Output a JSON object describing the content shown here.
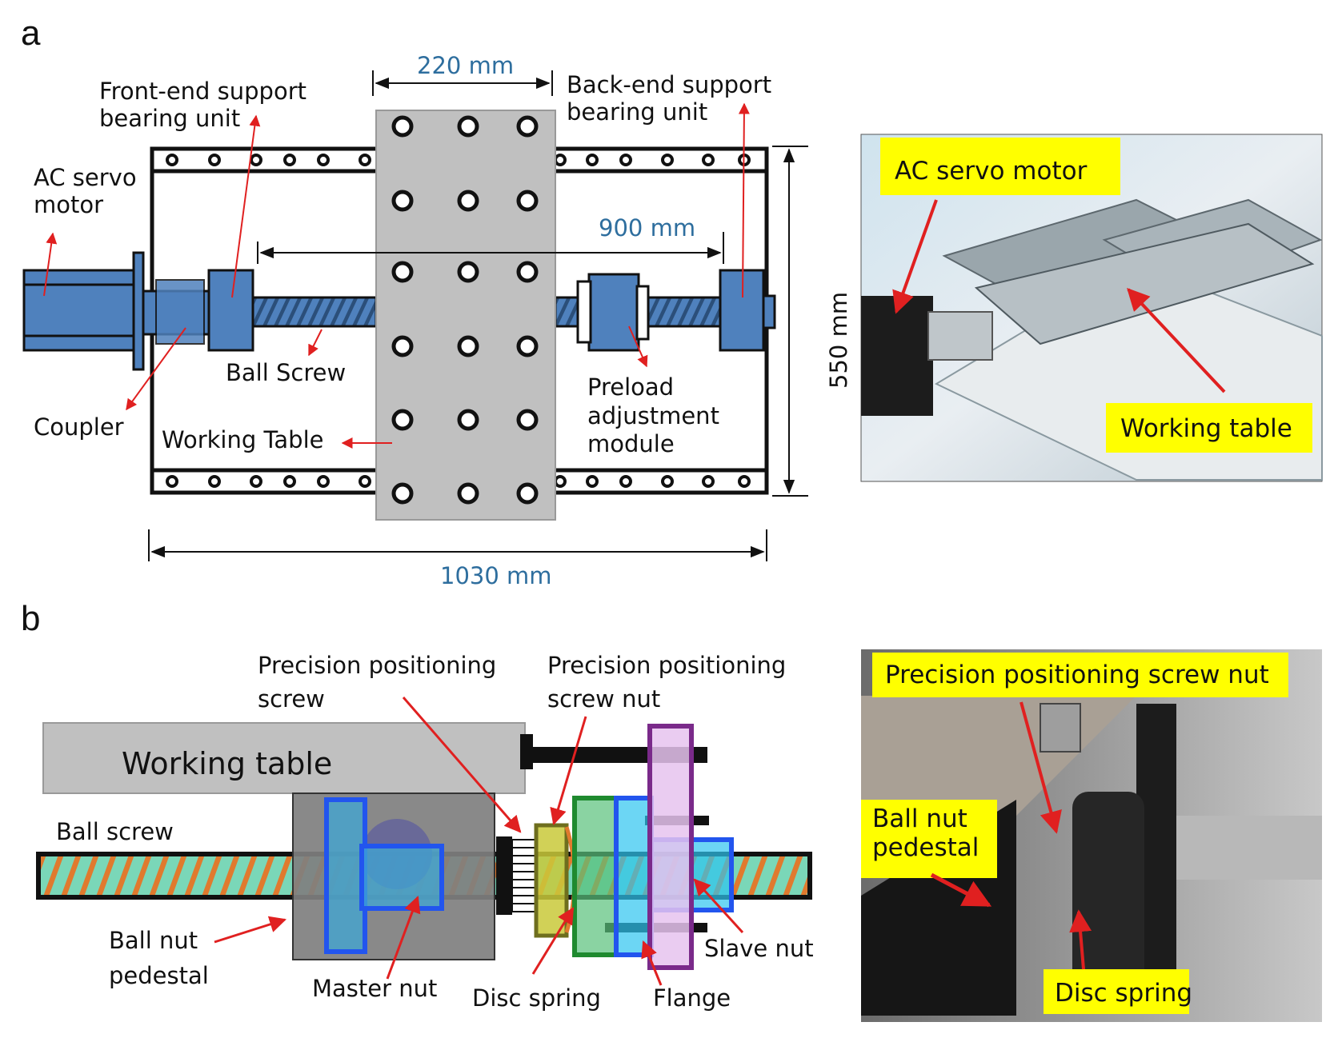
{
  "panels": {
    "a": "a",
    "b": "b"
  },
  "colors": {
    "blue": "#4f81bd",
    "arrow": "#e02020",
    "table_gray": "#c0c0c0",
    "dim": "#2e6e9e",
    "yellow": "#ffff00"
  },
  "diagram_a": {
    "dimensions": {
      "top": "220 mm",
      "inner": "900 mm",
      "height": "550 mm",
      "bottom": "1030 mm"
    },
    "labels": {
      "front_support_1": "Front-end support",
      "front_support_2": "bearing unit",
      "back_support_1": "Back-end support",
      "back_support_2": "bearing unit",
      "servo_1": "AC servo",
      "servo_2": "motor",
      "coupler": "Coupler",
      "ball_screw": "Ball Screw",
      "working_table": "Working Table",
      "preload_1": "Preload",
      "preload_2": "adjustment",
      "preload_3": "module"
    }
  },
  "photo_a": {
    "servo_label": "AC servo motor",
    "table_label": "Working table"
  },
  "diagram_b": {
    "working_table": "Working table",
    "ball_screw": "Ball screw",
    "pp_screw_1": "Precision positioning",
    "pp_screw_2": "screw",
    "pp_nut_1": "Precision positioning",
    "pp_nut_2": "screw nut",
    "pedestal_1": "Ball nut",
    "pedestal_2": "pedestal",
    "master_nut": "Master nut",
    "disc_spring": "Disc spring",
    "flange": "Flange",
    "slave_nut": "Slave nut"
  },
  "photo_b": {
    "nut_label": "Precision positioning screw nut",
    "pedestal_1": "Ball nut",
    "pedestal_2": "pedestal",
    "disc_label": "Disc spring"
  }
}
